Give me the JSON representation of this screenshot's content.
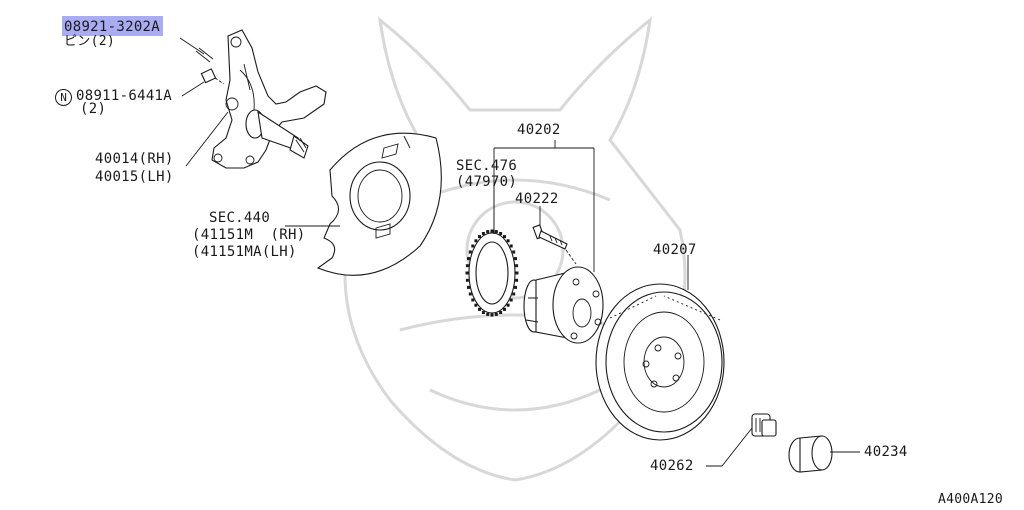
{
  "callouts": {
    "pin": {
      "part_no": "08921-3202A",
      "qty": "ピン(2)"
    },
    "nut": {
      "prefix": "N",
      "part_no": "08911-6441A",
      "qty": "(2)"
    },
    "knuckle": {
      "rh": "40014(RH)",
      "lh": "40015(LH)"
    },
    "baffle": {
      "sec": "SEC.440",
      "rh": "(41151M  (RH)",
      "lh": "(41151MA(LH)"
    },
    "hub_assy": {
      "part_no": "40202"
    },
    "sensor_rotor": {
      "sec": "SEC.476",
      "ref": "(47970)"
    },
    "hub_bolt": {
      "part_no": "40222"
    },
    "rotor": {
      "part_no": "40207"
    },
    "hub_nut": {
      "part_no": "40262"
    },
    "hub_cap": {
      "part_no": "40234"
    }
  },
  "figure_id": "A400A120",
  "colors": {
    "line": "#1a1a1a",
    "highlight": "#9a9ef0",
    "watermark": "#d8d8d8"
  }
}
